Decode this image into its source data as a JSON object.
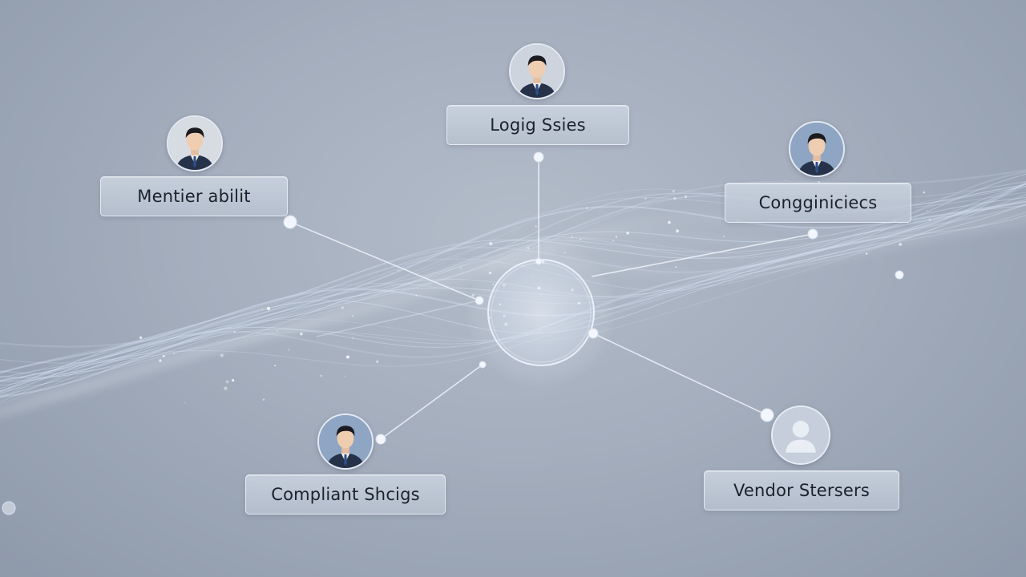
{
  "nodes": {
    "top": {
      "label": "Logig Ssies",
      "avatar": "person-avatar"
    },
    "top_left": {
      "label": "Mentier abilit",
      "avatar": "person-avatar"
    },
    "right": {
      "label": "Congginiciecs",
      "avatar": "person-avatar"
    },
    "bottom_left": {
      "label": "Compliant Shcigs",
      "avatar": "person-avatar"
    },
    "bottom_right": {
      "label": "Vendor Stersers",
      "avatar": "placeholder-user-avatar"
    }
  },
  "colors": {
    "background": "#a4aebd",
    "label_text": "#1b222c",
    "glow": "#e6f2ff",
    "wave": "#dbe9fb",
    "connector": "#eef3fa"
  }
}
